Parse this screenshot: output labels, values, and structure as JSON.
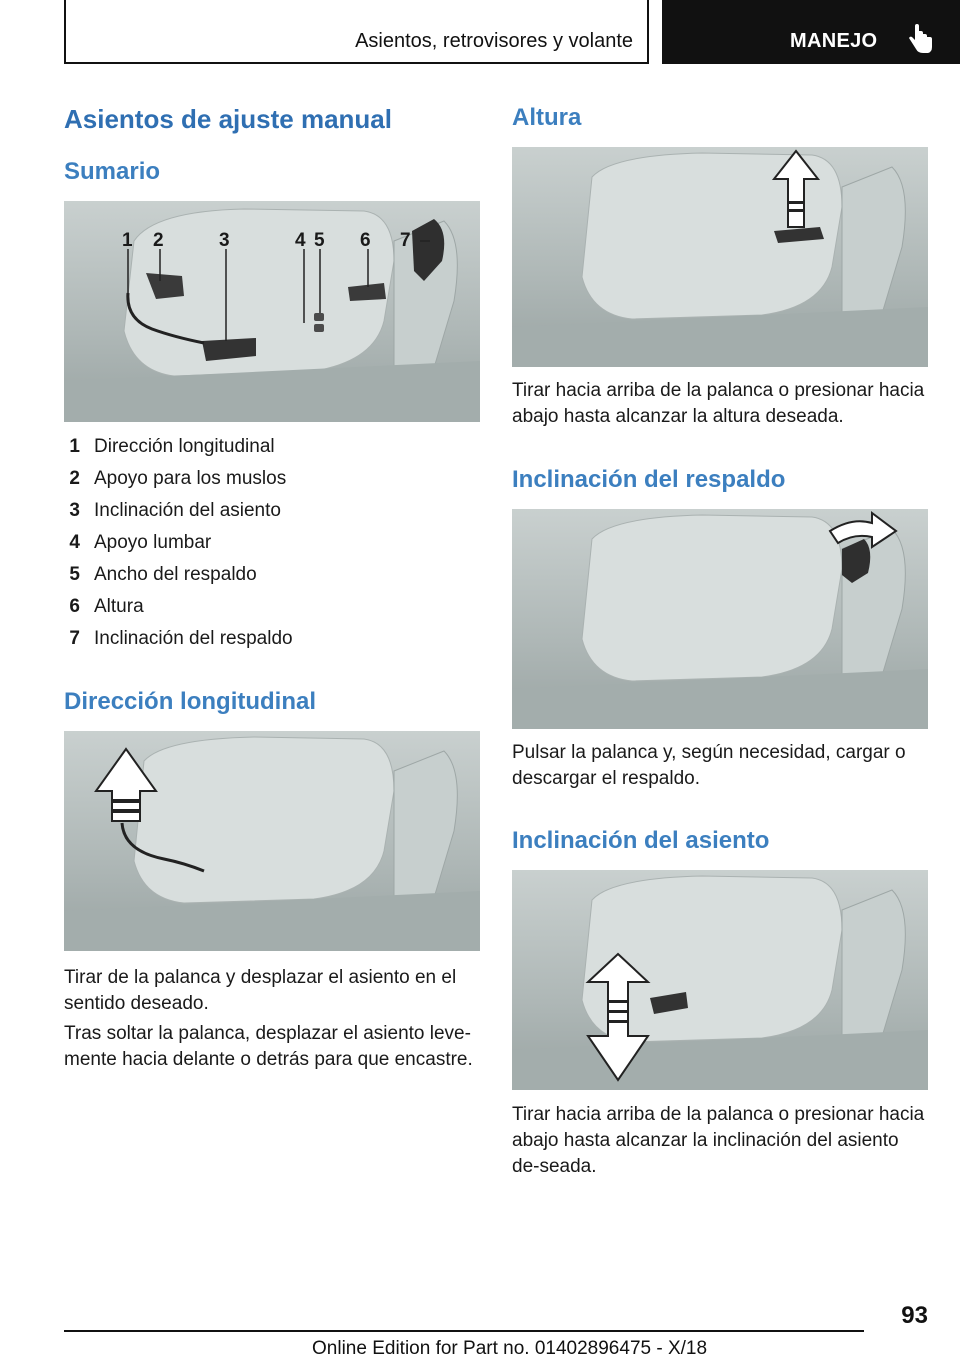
{
  "header": {
    "section_title": "Asientos, retrovisores y volante",
    "chapter_title": "MANEJO",
    "chapter_icon": "hand-pointer-icon"
  },
  "main": {
    "title": "Asientos de ajuste manual",
    "overview": {
      "title": "Sumario",
      "figure_labels": [
        "1",
        "2",
        "3",
        "4",
        "5",
        "6",
        "7"
      ],
      "legend": [
        {
          "num": "1",
          "label": "Dirección longitudinal"
        },
        {
          "num": "2",
          "label": "Apoyo para los muslos"
        },
        {
          "num": "3",
          "label": "Inclinación del asiento"
        },
        {
          "num": "4",
          "label": "Apoyo lumbar"
        },
        {
          "num": "5",
          "label": "Ancho del respaldo"
        },
        {
          "num": "6",
          "label": "Altura"
        },
        {
          "num": "7",
          "label": "Inclinación del respaldo"
        }
      ]
    },
    "longitudinal": {
      "title": "Dirección longitudinal",
      "text1": "Tirar de la palanca y desplazar el asiento en el sentido deseado.",
      "text2": "Tras soltar la palanca, desplazar el asiento leve‐mente hacia delante o detrás para que encastre."
    },
    "height": {
      "title": "Altura",
      "text": "Tirar hacia arriba de la palanca o presionar hacia abajo hasta alcanzar la altura deseada."
    },
    "backrest": {
      "title": "Inclinación del respaldo",
      "text": "Pulsar la palanca y, según necesidad, cargar o descargar el respaldo."
    },
    "seat_tilt": {
      "title": "Inclinación del asiento",
      "text": "Tirar hacia arriba de la palanca o presionar hacia abajo hasta alcanzar la inclinación del asiento de‐seada."
    }
  },
  "footer": {
    "page_number": "93",
    "edition": "Online Edition for Part no. 01402896475 - X/18"
  }
}
